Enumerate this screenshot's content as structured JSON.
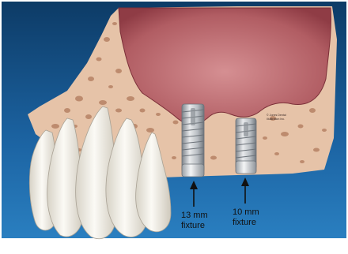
{
  "annotations": {
    "left_fixture_line1": "13 mm",
    "left_fixture_line2": "fixture",
    "right_fixture_line1": "10 mm",
    "right_fixture_line2": "fixture"
  },
  "credit_lines": [
    "© Jones Dental",
    "Illustration Inc."
  ],
  "colors": {
    "background_top": "#0d3b66",
    "background_bottom": "#2a7fc0",
    "bone": "#e9c7ae",
    "sinus": "#a94e56",
    "implant": "#c2c6cb",
    "tooth": "#f3f1ea"
  }
}
